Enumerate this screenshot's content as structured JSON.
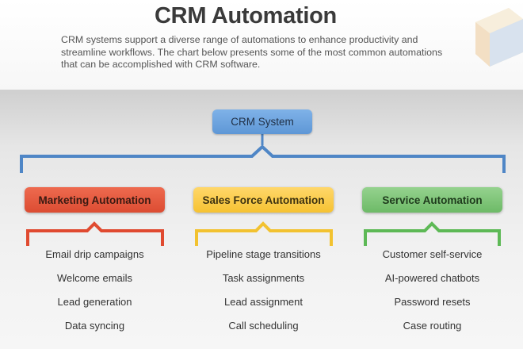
{
  "title": "CRM Automation",
  "intro": "CRM systems support a diverse range of automations to enhance productivity and streamline workflows. The chart below presents some of the most common automations that can be accomplished with CRM software.",
  "root": {
    "label": "CRM System",
    "color": "#6aa3de"
  },
  "categories": [
    {
      "label": "Marketing Automation",
      "color": "#e45a3f",
      "items": [
        "Email drip campaigns",
        "Welcome emails",
        "Lead generation",
        "Data syncing"
      ]
    },
    {
      "label": "Sales Force Automation",
      "color": "#f9c940",
      "items": [
        "Pipeline stage transitions",
        "Task assignments",
        "Lead assignment",
        "Call scheduling"
      ]
    },
    {
      "label": "Service Automation",
      "color": "#7cc476",
      "items": [
        "Customer self-service",
        "AI-powered chatbots",
        "Password resets",
        "Case routing"
      ]
    }
  ],
  "colors": {
    "blue_line": "#4f86c6",
    "red": "#e04a30",
    "yellow": "#f2c230",
    "green": "#5db956"
  }
}
